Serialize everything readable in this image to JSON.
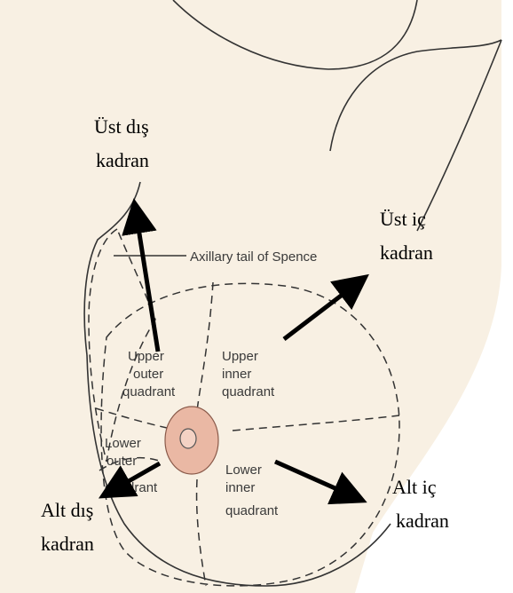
{
  "colors": {
    "skin": "#f8f0e3",
    "skin_shadow": "#ede0cc",
    "outline": "#333333",
    "areola": "#eab8a4",
    "nipple": "#f4d2c4",
    "arrow": "#000000"
  },
  "diagram_labels": {
    "axillary_tail": "Axillary tail of Spence",
    "upper_outer": [
      "Upper",
      "outer",
      "quadrant"
    ],
    "upper_inner": [
      "Upper",
      "inner",
      "quadrant"
    ],
    "lower_outer": [
      "Lower",
      "outer",
      "quadrant"
    ],
    "lower_inner": [
      "Lower",
      "inner",
      "quadrant"
    ]
  },
  "translations": {
    "ust_dis": [
      "Üst dış",
      "kadran"
    ],
    "ust_ic": [
      "Üst iç",
      "kadran"
    ],
    "alt_dis": [
      "Alt dış",
      "kadran"
    ],
    "alt_ic": [
      "Alt iç",
      "kadran"
    ]
  }
}
